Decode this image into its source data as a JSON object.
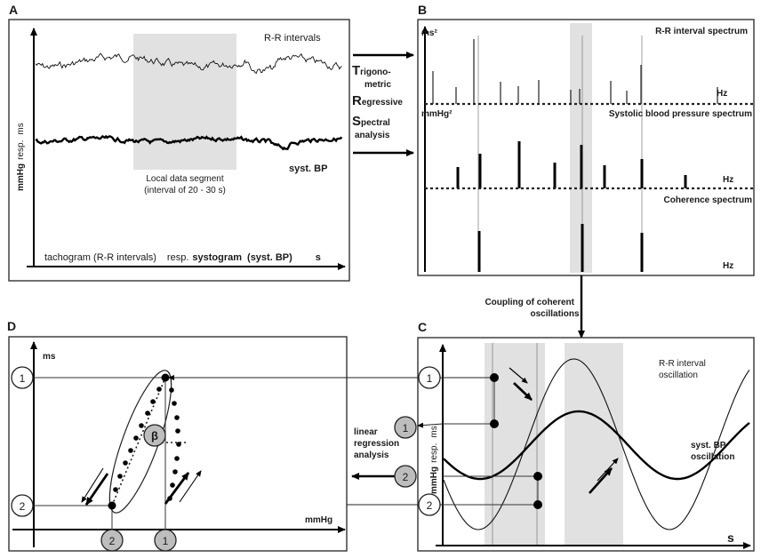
{
  "panels": {
    "A": {
      "letter": "A",
      "rr_label": "R-R intervals",
      "bp_label": "syst.  BP",
      "ylabel_bold": "mmHg",
      "ylabel_mid": "resp.",
      "ylabel_end": "ms",
      "segment_line1": "Local data segment",
      "segment_line2": "(interval of 20 - 30 s)",
      "xcap_1": "tachogram (R-R intervals)",
      "xcap_2": "resp.",
      "xcap_3": "systogram",
      "xcap_4": "(syst.  BP)",
      "xcap_5": "s"
    },
    "B": {
      "letter": "B",
      "unit_ms": "ms²",
      "rr_spectrum": "R-R interval spectrum",
      "hz1": "Hz",
      "unit_mmhg": "mmHg²",
      "sbp_spectrum": "Systolic blood pressure spectrum",
      "hz2": "Hz",
      "coh_spectrum": "Coherence spectrum",
      "hz3": "Hz"
    },
    "C": {
      "letter": "C",
      "rr_osc1": "R-R interval",
      "rr_osc2": "oscillation",
      "bp_osc1": "syst. BP",
      "bp_osc2": "oscillation",
      "ylabel_bold": "mmHg",
      "ylabel_mid": "resp.",
      "ylabel_end": "ms",
      "xlabel": "s"
    },
    "D": {
      "letter": "D",
      "ylabel": "ms",
      "xlabel": "mmHg",
      "beta": "β"
    }
  },
  "middle": {
    "trsa_T": "T",
    "trsa_rigono": "rigono-",
    "trsa_metric": "metric",
    "trsa_R": "R",
    "trsa_egressive": "egressive",
    "trsa_S": "S",
    "trsa_pectral": "pectral",
    "trsa_analysis": "analysis",
    "coupling1": "Coupling  of coherent",
    "coupling2": "oscillations",
    "linreg1": "linear",
    "linreg2": "regression",
    "linreg3": "analysis"
  },
  "markers": {
    "one": "1",
    "two": "2"
  }
}
